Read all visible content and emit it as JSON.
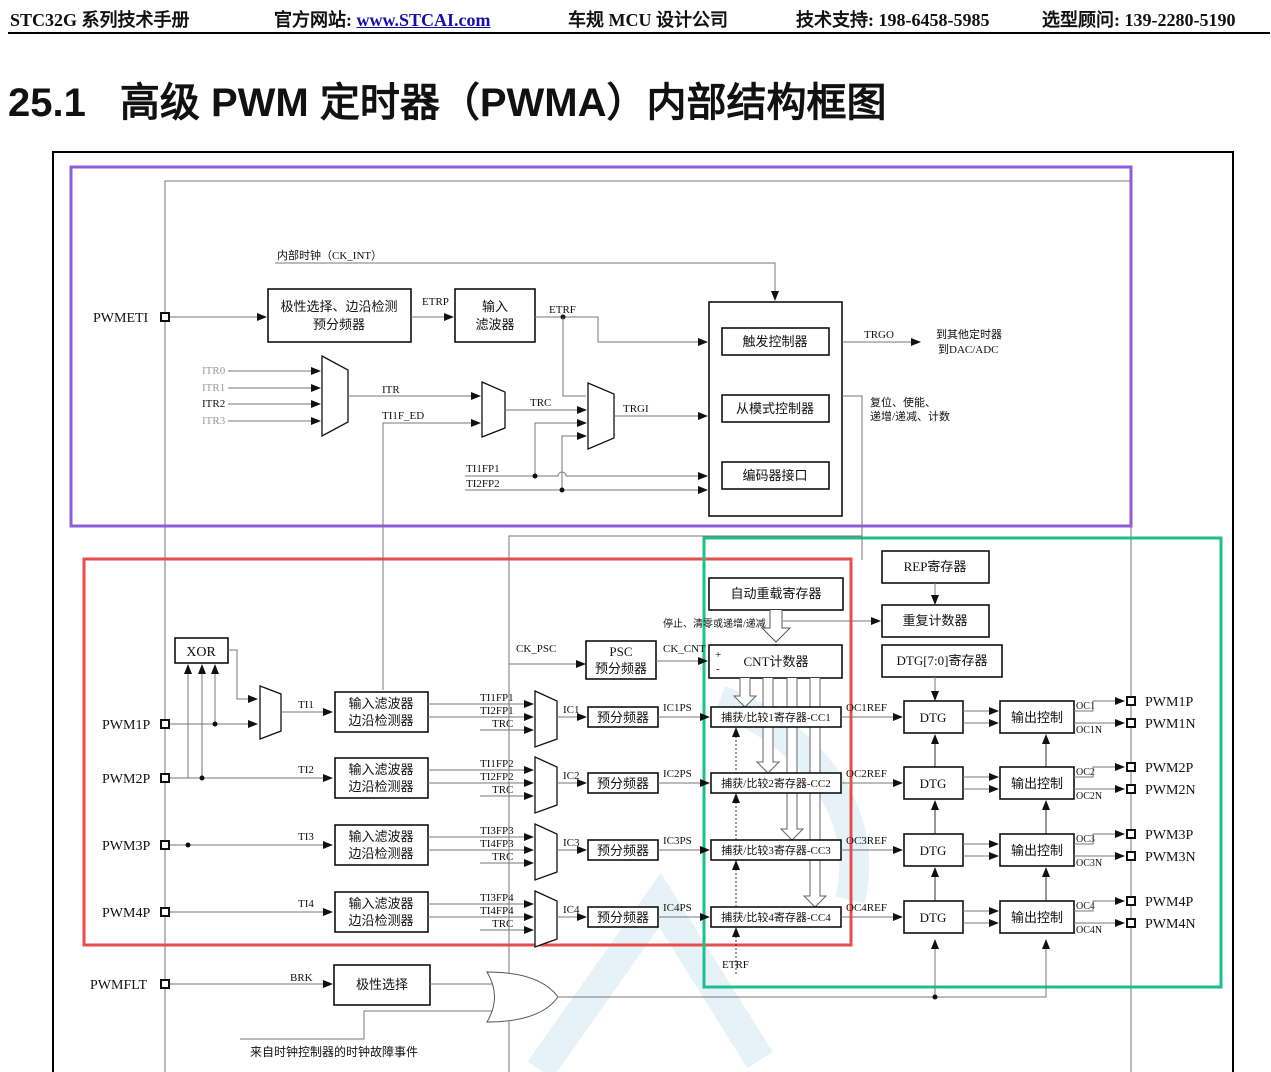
{
  "header": {
    "manual": "STC32G 系列技术手册",
    "website_label": "官方网站: ",
    "website_link": "www.STCAI.com",
    "tagline": "车规 MCU 设计公司",
    "support": "技术支持: 198-6458-5985",
    "sales": "选型顾问: 139-2280-5190"
  },
  "section": {
    "number": "25.1",
    "title": "高级 PWM 定时器（PWMA）内部结构框图"
  },
  "frame_colors": {
    "trigger_region": "#8f5ddb",
    "input_capture_region": "#e84d4d",
    "output_region": "#1fbf8a"
  },
  "trigger": {
    "ck_int": "内部时钟（CK_INT）",
    "pwmeti": "PWMETI",
    "polarity_block": [
      "极性选择、边沿检测",
      "预分频器"
    ],
    "etrp": "ETRP",
    "input_filter": [
      "输入",
      "滤波器"
    ],
    "etrf": "ETRF",
    "itr": [
      "ITR0",
      "ITR1",
      "ITR2",
      "ITR3"
    ],
    "itr_out": "ITR",
    "ti1f_ed": "TI1F_ED",
    "trc": "TRC",
    "trgi": "TRGI",
    "ti1fp1": "TI1FP1",
    "ti2fp2": "TI2FP2",
    "trigger_controller": "触发控制器",
    "slave_controller": "从模式控制器",
    "encoder_interface": "编码器接口",
    "trgo": "TRGO",
    "trgo_dest": [
      "到其他定时器",
      "到DAC/ADC"
    ],
    "slave_out": [
      "复位、使能、",
      "递增/递减、计数"
    ]
  },
  "counter": {
    "rep_register": "REP寄存器",
    "auto_reload": "自动重载寄存器",
    "rep_counter": "重复计数器",
    "control_note": "停止、清零或递增/递减",
    "ck_psc": "CK_PSC",
    "psc": [
      "PSC",
      "预分频器"
    ],
    "ck_cnt": "CK_CNT",
    "cnt": "CNT计数器",
    "plus": "+",
    "minus": "-",
    "dtg_register": "DTG[7:0]寄存器"
  },
  "inputs": {
    "xor": "XOR",
    "filter_block": [
      "输入滤波器",
      "边沿检测器"
    ],
    "prescaler": "预分频器",
    "channels": [
      {
        "pin": "PWM1P",
        "ti": "TI1",
        "mux_in": [
          "TI1FP1",
          "TI2FP1",
          "TRC"
        ],
        "ic": "IC1",
        "icps": "IC1PS",
        "cc": "捕获/比较1寄存器-CC1",
        "ref": "OC1REF"
      },
      {
        "pin": "PWM2P",
        "ti": "TI2",
        "mux_in": [
          "TI1FP2",
          "TI2FP2",
          "TRC"
        ],
        "ic": "IC2",
        "icps": "IC2PS",
        "cc": "捕获/比较2寄存器-CC2",
        "ref": "OC2REF"
      },
      {
        "pin": "PWM3P",
        "ti": "TI3",
        "mux_in": [
          "TI3FP3",
          "TI4FP3",
          "TRC"
        ],
        "ic": "IC3",
        "icps": "IC3PS",
        "cc": "捕获/比较3寄存器-CC3",
        "ref": "OC3REF"
      },
      {
        "pin": "PWM4P",
        "ti": "TI4",
        "mux_in": [
          "TI3FP4",
          "TI4FP4",
          "TRC"
        ],
        "ic": "IC4",
        "icps": "IC4PS",
        "cc": "捕获/比较4寄存器-CC4",
        "ref": "OC4REF"
      }
    ],
    "etrf": "ETRF"
  },
  "outputs": {
    "dtg": "DTG",
    "output_control": "输出控制",
    "channels": [
      {
        "oc": "OC1",
        "ocn": "OC1N",
        "p": "PWM1P",
        "n": "PWM1N"
      },
      {
        "oc": "OC2",
        "ocn": "OC2N",
        "p": "PWM2P",
        "n": "PWM2N"
      },
      {
        "oc": "OC3",
        "ocn": "OC3N",
        "p": "PWM3P",
        "n": "PWM3N"
      },
      {
        "oc": "OC4",
        "ocn": "OC4N",
        "p": "PWM4P",
        "n": "PWM4N"
      }
    ]
  },
  "brake": {
    "pin": "PWMFLT",
    "brk": "BRK",
    "polarity": "极性选择",
    "clock_fault": "来自时钟控制器的时钟故障事件"
  }
}
